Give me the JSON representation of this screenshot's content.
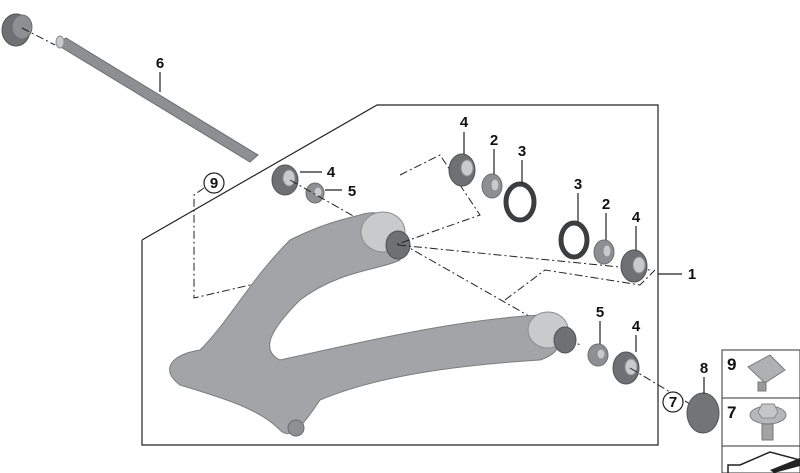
{
  "diagram": {
    "callouts": {
      "bolt_6": "6",
      "bearing_left_4": "4",
      "spacer_left_5": "5",
      "ref_9": "9",
      "bearing_top_4": "4",
      "spacer_top_2": "2",
      "seal_top_3": "3",
      "seal_right_3": "3",
      "spacer_right_2": "2",
      "bearing_right_4": "4",
      "swing_arm_1": "1",
      "spacer_bottom_5": "5",
      "bearing_bottom_4": "4",
      "ref_7": "7",
      "cap_8": "8"
    },
    "legend": [
      {
        "number": "9",
        "part": "clip-nut"
      },
      {
        "number": "7",
        "part": "flange-bolt"
      },
      {
        "number": "",
        "part": "shim"
      }
    ]
  }
}
